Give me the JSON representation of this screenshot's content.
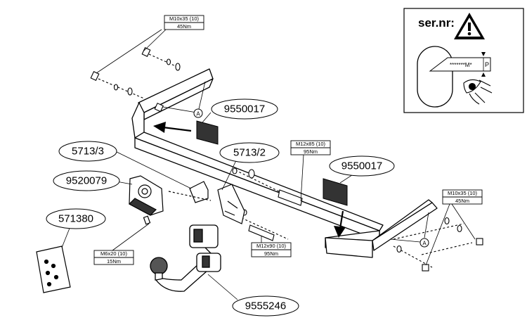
{
  "serial_box": {
    "label": "ser.nr:",
    "plate_text": "*******M*",
    "plate_letter": "P"
  },
  "parts": {
    "drilling_template_top": "9550017",
    "drilling_template_right": "9550017",
    "bracket_left": "5713/3",
    "bracket_right": "5713/2",
    "socket_plate": "9520079",
    "wiring_kit": "571380",
    "ball_neck": "9555246"
  },
  "specs": {
    "bolt_top_left": {
      "size": "M10x35 (10)",
      "torque": "45Nm"
    },
    "bolt_right": {
      "size": "M10x35 (10)",
      "torque": "45Nm"
    },
    "bolt_center_top": {
      "size": "M12x85 (10)",
      "torque": "95Nm"
    },
    "bolt_center_bottom": {
      "size": "M12x90 (10)",
      "torque": "95Nm"
    },
    "bolt_socket": {
      "size": "M6x20 (10)",
      "torque": "15Nm"
    }
  },
  "callout_letter": "A"
}
